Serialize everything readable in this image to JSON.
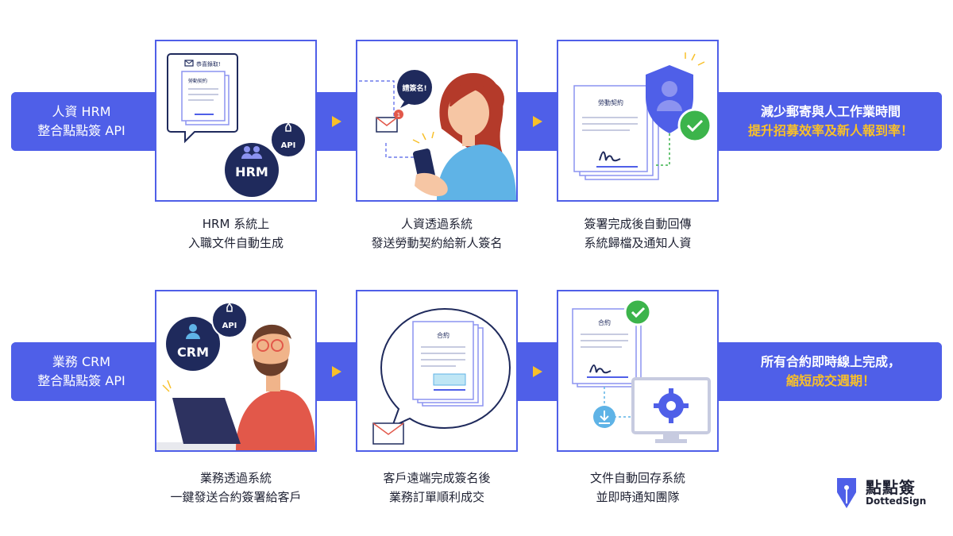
{
  "row1": {
    "left_label": [
      "人資 HRM",
      "整合點點簽 API"
    ],
    "right_label": [
      "減少郵寄與人工作業時間",
      "提升招募效率及新人報到率！"
    ],
    "steps": [
      {
        "caption": [
          "HRM 系統上",
          "入職文件自動生成"
        ],
        "doc_title": "勞動契約",
        "mail_text": "恭喜錄取!",
        "hrm_text": "HRM",
        "api_text": "API"
      },
      {
        "caption": [
          "人資透過系統",
          "發送勞動契約給新人簽名"
        ],
        "bubble_text": "請簽名!",
        "badge_count": "1"
      },
      {
        "caption": [
          "簽署完成後自動回傳",
          "系統歸檔及通知人資"
        ],
        "doc_title": "勞動契約"
      }
    ]
  },
  "row2": {
    "left_label": [
      "業務 CRM",
      "整合點點簽 API"
    ],
    "right_label": [
      "所有合約即時線上完成，",
      "縮短成交週期！"
    ],
    "steps": [
      {
        "caption": [
          "業務透過系統",
          "一鍵發送合約簽署給客戶"
        ],
        "crm_text": "CRM",
        "api_text": "API"
      },
      {
        "caption": [
          "客戶遠端完成簽名後",
          "業務訂單順利成交"
        ],
        "doc_title": "合約"
      },
      {
        "caption": [
          "文件自動回存系統",
          "並即時通知團隊"
        ],
        "doc_title": "合約"
      }
    ]
  },
  "logo": {
    "name_zh": "點點簽",
    "name_en": "DottedSign"
  },
  "colors": {
    "brand_blue": "#4f5fe8",
    "navy": "#1f2a5c",
    "highlight_yellow": "#f8c02a",
    "success_green": "#3cb44b"
  }
}
